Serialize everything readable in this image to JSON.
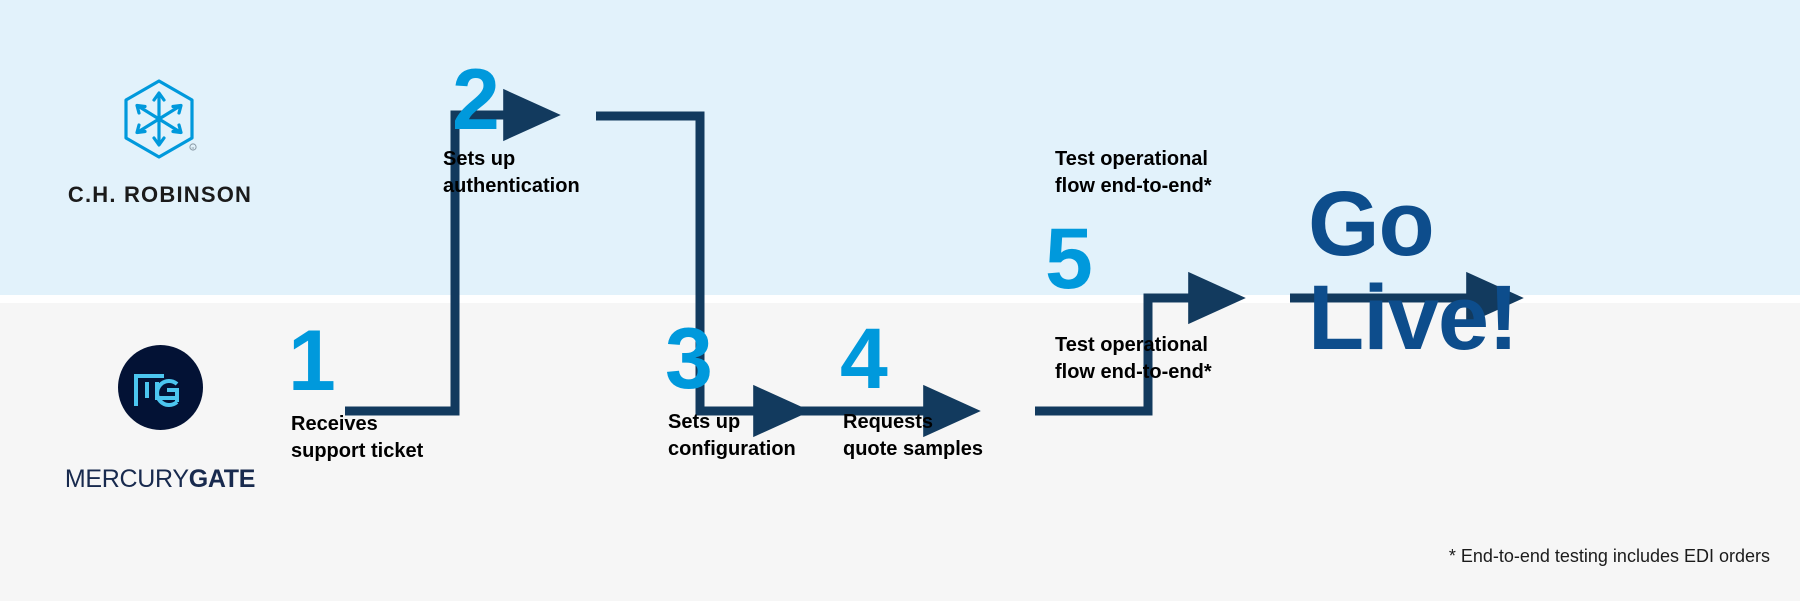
{
  "theme": {
    "band_top_color": "#e2f2fb",
    "band_bottom_color": "#f6f6f6",
    "accent_blue": "#0099dc",
    "connector_navy": "#123a5e",
    "golive_blue": "#0d4d8c",
    "label_black": "#000000",
    "mercurygate_navy": "#182a4e"
  },
  "lanes": {
    "top": {
      "actor": "C.H. ROBINSON"
    },
    "bottom": {
      "actor": "MERCURYGATE"
    }
  },
  "brands": {
    "chrobinson": {
      "wordmark": "C.H. ROBINSON",
      "logo_icon": "hexagon-arrows-icon",
      "logo_color": "#0099dc"
    },
    "mercurygate": {
      "wordmark_light": "MERCURY",
      "wordmark_bold": "GATE",
      "monogram": "MG",
      "logo_icon": "mg-monogram-icon",
      "badge_color": "#031235",
      "monogram_color": "#4cc6f0"
    }
  },
  "steps": [
    {
      "number": "1",
      "label": "Receives\nsupport ticket",
      "lane": "bottom"
    },
    {
      "number": "2",
      "label": "Sets up\nauthentication",
      "lane": "top"
    },
    {
      "number": "3",
      "label": "Sets up\nconfiguration",
      "lane": "bottom"
    },
    {
      "number": "4",
      "label": "Requests\nquote samples",
      "lane": "bottom"
    },
    {
      "number": "5",
      "label_top": "Test operational\nflow end-to-end*",
      "label_bottom": "Test operational\nflow end-to-end*",
      "lane": "both"
    }
  ],
  "outcome": {
    "text": "Go\nLive!"
  },
  "footnote": {
    "text": "* End-to-end testing includes EDI orders"
  }
}
